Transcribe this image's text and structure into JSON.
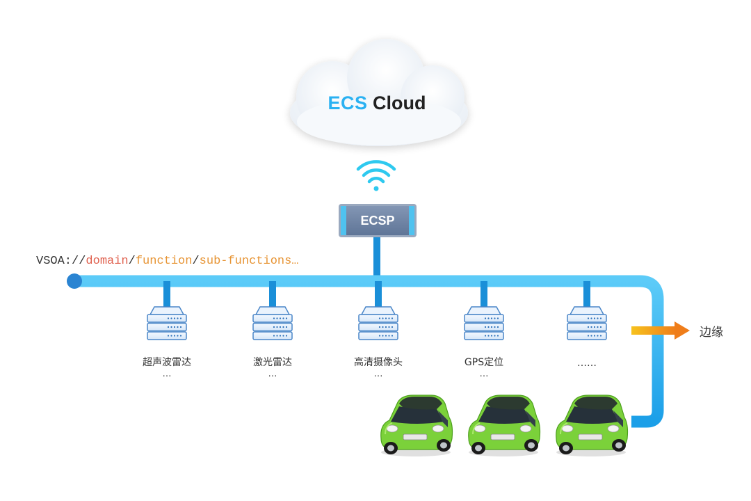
{
  "cloud": {
    "prefix": "ECS",
    "suffix": "Cloud"
  },
  "gateway": {
    "label": "ECSP"
  },
  "url": {
    "scheme": "VSOA://",
    "domain": "domain",
    "sep1": "/",
    "function": "function",
    "sep2": "/",
    "sub": "sub-functions…"
  },
  "sensors": [
    {
      "label": "超声波雷达",
      "more": "…"
    },
    {
      "label": "激光雷达",
      "more": "…"
    },
    {
      "label": "高清摄像头",
      "more": "…"
    },
    {
      "label": "GPS定位",
      "more": "…"
    },
    {
      "label": "……",
      "more": ""
    }
  ],
  "edge": {
    "label": "边缘"
  },
  "vehicles": [
    {
      "icon": "car-icon"
    },
    {
      "icon": "car-icon"
    },
    {
      "icon": "car-icon"
    }
  ],
  "colors": {
    "bus": "#1aa6ec",
    "busLight": "#56c6f7",
    "car": "#7bd13a",
    "carDark": "#4c9f1d",
    "arrow": "#f09a1c",
    "ecsp": "#6e82a3",
    "wifi": "#2ec9ef"
  }
}
